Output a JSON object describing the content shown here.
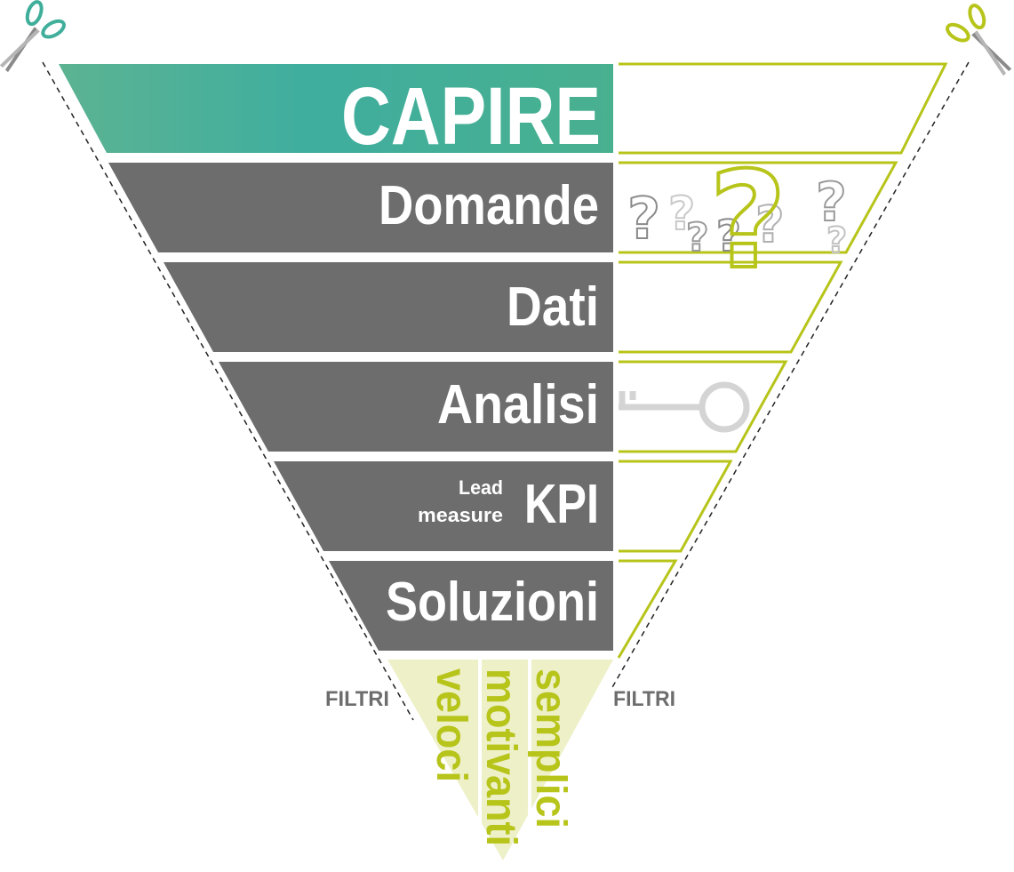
{
  "levels": [
    {
      "label": "CAPIRE"
    },
    {
      "label": "Domande"
    },
    {
      "label": "Dati"
    },
    {
      "label": "Analisi"
    },
    {
      "label": "KPI",
      "sublabel_line1": "Lead",
      "sublabel_line2": "measure"
    },
    {
      "label": "Soluzioni"
    }
  ],
  "filters": {
    "left_label": "FILTRI",
    "right_label": "FILTRI"
  },
  "filter_words": [
    "veloci",
    "motivanti",
    "semplici"
  ],
  "colors": {
    "accent_green": "#3fae9a",
    "lime": "#b7c41a",
    "bar_gray": "#6e6d6e",
    "pale_lime": "#eef0c8"
  }
}
